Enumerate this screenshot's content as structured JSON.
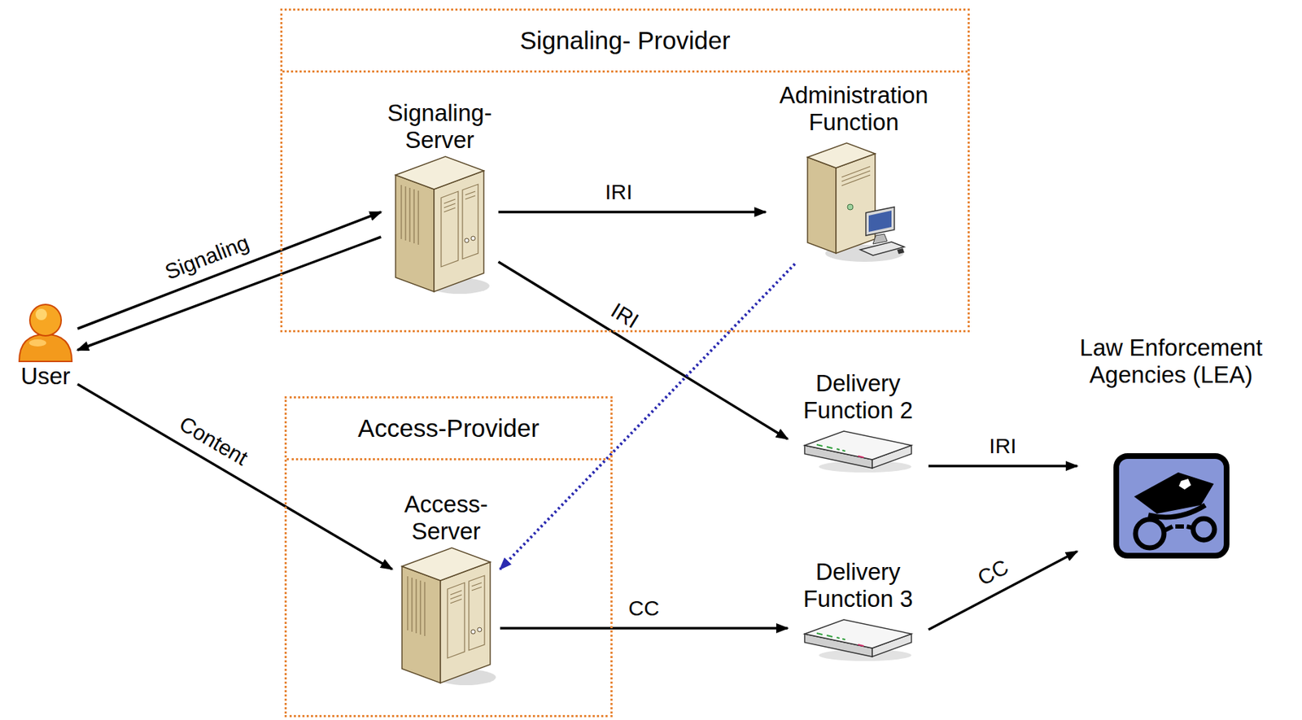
{
  "diagram": {
    "nodes": [
      {
        "text": [
          "Signaling- Provider"
        ]
      },
      {
        "text": [
          "Signaling- Server"
        ],
        "in": 0
      },
      {
        "text": [
          "Administration Function"
        ],
        "in": 0
      },
      {
        "text": [
          "Access-Provider"
        ]
      },
      {
        "text": [
          "Access- Server"
        ],
        "in": 3
      },
      {
        "text": [
          "User"
        ]
      },
      {
        "text": [
          "Delivery Function 2"
        ]
      },
      {
        "text": [
          "Delivery Function 3"
        ]
      },
      {
        "text": [
          "Law Enforcement Agencies (LEA)"
        ]
      }
    ],
    "edges": [
      {
        "from": 5,
        "to": 1,
        "label": "Signaling",
        "arrow": "to"
      },
      {
        "from": 1,
        "to": 5,
        "arrow": "to"
      },
      {
        "from": 5,
        "to": 4,
        "label": "Content",
        "arrow": "to"
      },
      {
        "from": 1,
        "to": 2,
        "label": "IRI",
        "arrow": "to"
      },
      {
        "from": 1,
        "to": 6,
        "label": "IRI",
        "arrow": "to"
      },
      {
        "from": 2,
        "to": 4,
        "arrow": "to"
      },
      {
        "from": 4,
        "to": 7,
        "label": "CC",
        "arrow": "to"
      },
      {
        "from": 6,
        "to": 8,
        "label": "IRI",
        "arrow": "to"
      },
      {
        "from": 7,
        "to": 8,
        "label": "CC",
        "arrow": "to"
      }
    ]
  }
}
